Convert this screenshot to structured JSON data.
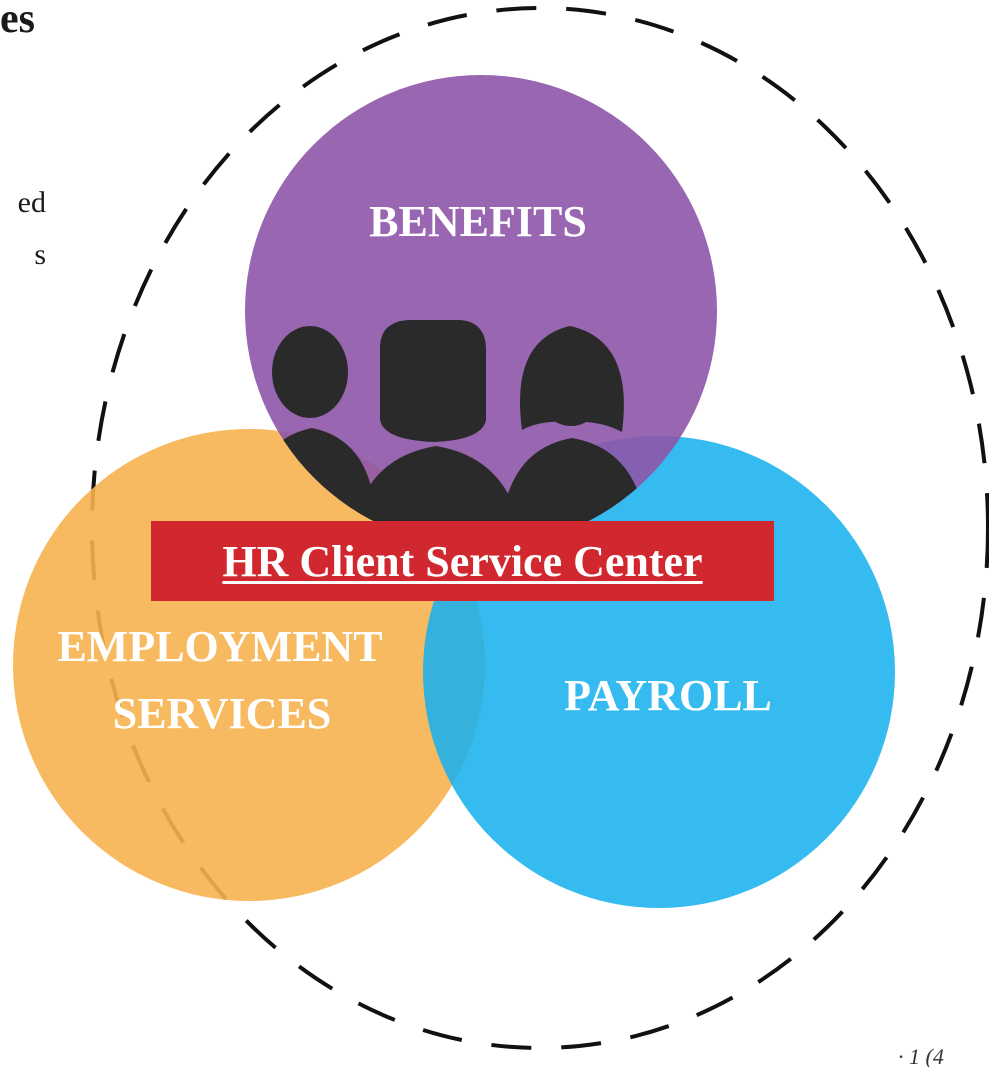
{
  "page": {
    "title_fragment": "es",
    "side_text_line1": "ed",
    "side_text_line2": "s",
    "footer_fragment": "· 1 (4"
  },
  "diagram": {
    "center_label": "HR Client Service Center",
    "circles": {
      "benefits": {
        "label": "BENEFITS",
        "color": "#8e55a8"
      },
      "employment": {
        "label_line1": "EMPLOYMENT",
        "label_line2": "SERVICES",
        "color": "#f7b24f"
      },
      "payroll": {
        "label": "PAYROLL",
        "color": "#17b1ee"
      }
    },
    "center_label_color": "#d0282e",
    "silhouette_color": "#2a2a2a"
  }
}
